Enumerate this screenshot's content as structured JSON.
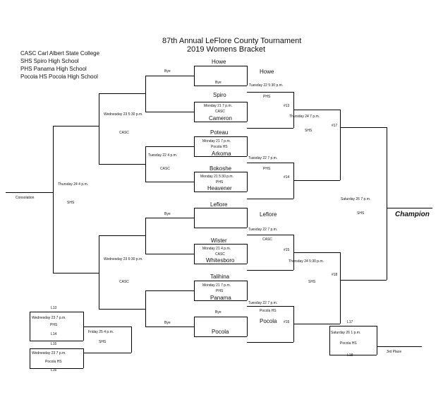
{
  "header": {
    "title_line1": "87th Annual LeFlore County Tournament",
    "title_line2": "2019 Womens Bracket"
  },
  "legend": [
    "CASC Carl Albert State College",
    "SHS Spiro High School",
    "PHS Panama High School",
    "Pocola HS Pocola High School"
  ],
  "round1": {
    "g1": {
      "top": "Howe",
      "bottom": "Bye"
    },
    "g2": {
      "top": "Spiro",
      "date": "Monday 21 7 p.m.",
      "site": "CASC",
      "bottom": "Cameron"
    },
    "g3": {
      "top": "Poteau",
      "date": "Monday 21 7 p.m.",
      "site": "Pocola HS",
      "bottom": "Arkoma"
    },
    "g4": {
      "top": "Bokoshe",
      "date": "Monday 21 5:30 p.m.",
      "site": "PHS",
      "bottom": "Heavener"
    },
    "g5": {
      "top": "Leflore",
      "bottom": ""
    },
    "g6": {
      "top": "Wister",
      "date": "Monday 21 4 p.m.",
      "site": "CASC",
      "bottom": "Whitesboro"
    },
    "g7": {
      "top": "Talihina",
      "date": "Monday 21 7 p.m.",
      "site": "PHS",
      "bottom": "Panama"
    },
    "g8": {
      "top": "Bye",
      "bottom": "Pocola"
    }
  },
  "round2": {
    "m1": {
      "team_top": "Howe",
      "bye": "Bye",
      "date": "Tuesday 22 5:30 p.m.",
      "site": "PHS",
      "num": "#13"
    },
    "m2": {
      "date": "Tuesday 22 4 p.m.",
      "site": "CASC",
      "info_right": "Tuesday 22 7 p.m.",
      "site_right": "PHS",
      "num": "#14"
    },
    "m3": {
      "team_top": "Leflore",
      "bye": "Bye",
      "date": "Tuesday 22 7 p.m.",
      "site": "CASC",
      "num": "#15"
    },
    "m4": {
      "team_bottom": "Pocola",
      "bye": "Bye",
      "date": "Tuesday 22 7 p.m.",
      "site": "Pocola HS",
      "num": "#16"
    }
  },
  "round3": {
    "top_left": {
      "date": "Wednesday 23 5:30 p.m.",
      "site": "CASC"
    },
    "top_right": {
      "date": "Thursday 24 7 p.m.",
      "site": "SHS",
      "num": "#17"
    },
    "bottom_left": {
      "date": "Wednesday 23 6:30 p.m.",
      "site": "CASC"
    },
    "bottom_right": {
      "date": "Thursday 24 5:30 p.m.",
      "site": "SHS",
      "num": "#18"
    }
  },
  "consolation_final": {
    "label": "Consolation",
    "date": "Thursday 24 4 p.m.",
    "site": "SHS"
  },
  "championship": {
    "date": "Saturday 26 7 p.m.",
    "site": "SHS",
    "label": "Champion"
  },
  "consolation_bracket": {
    "l13": "L13",
    "g1_date": "Wednesday 23 7 p.m.",
    "g1_site": "PHS",
    "l14": "L14",
    "l15": "L15",
    "g2_date": "Wednesday 23 7 p.m.",
    "g2_site": "Pocola HS",
    "l16": "L16",
    "final_date": "Friday 25 4 p.m.",
    "final_site": "SHS"
  },
  "third_place": {
    "l17": "L17",
    "date": "Saturday 26 1 p.m.",
    "site": "Pocola HS",
    "l18": "L18",
    "label": "3rd Place"
  }
}
